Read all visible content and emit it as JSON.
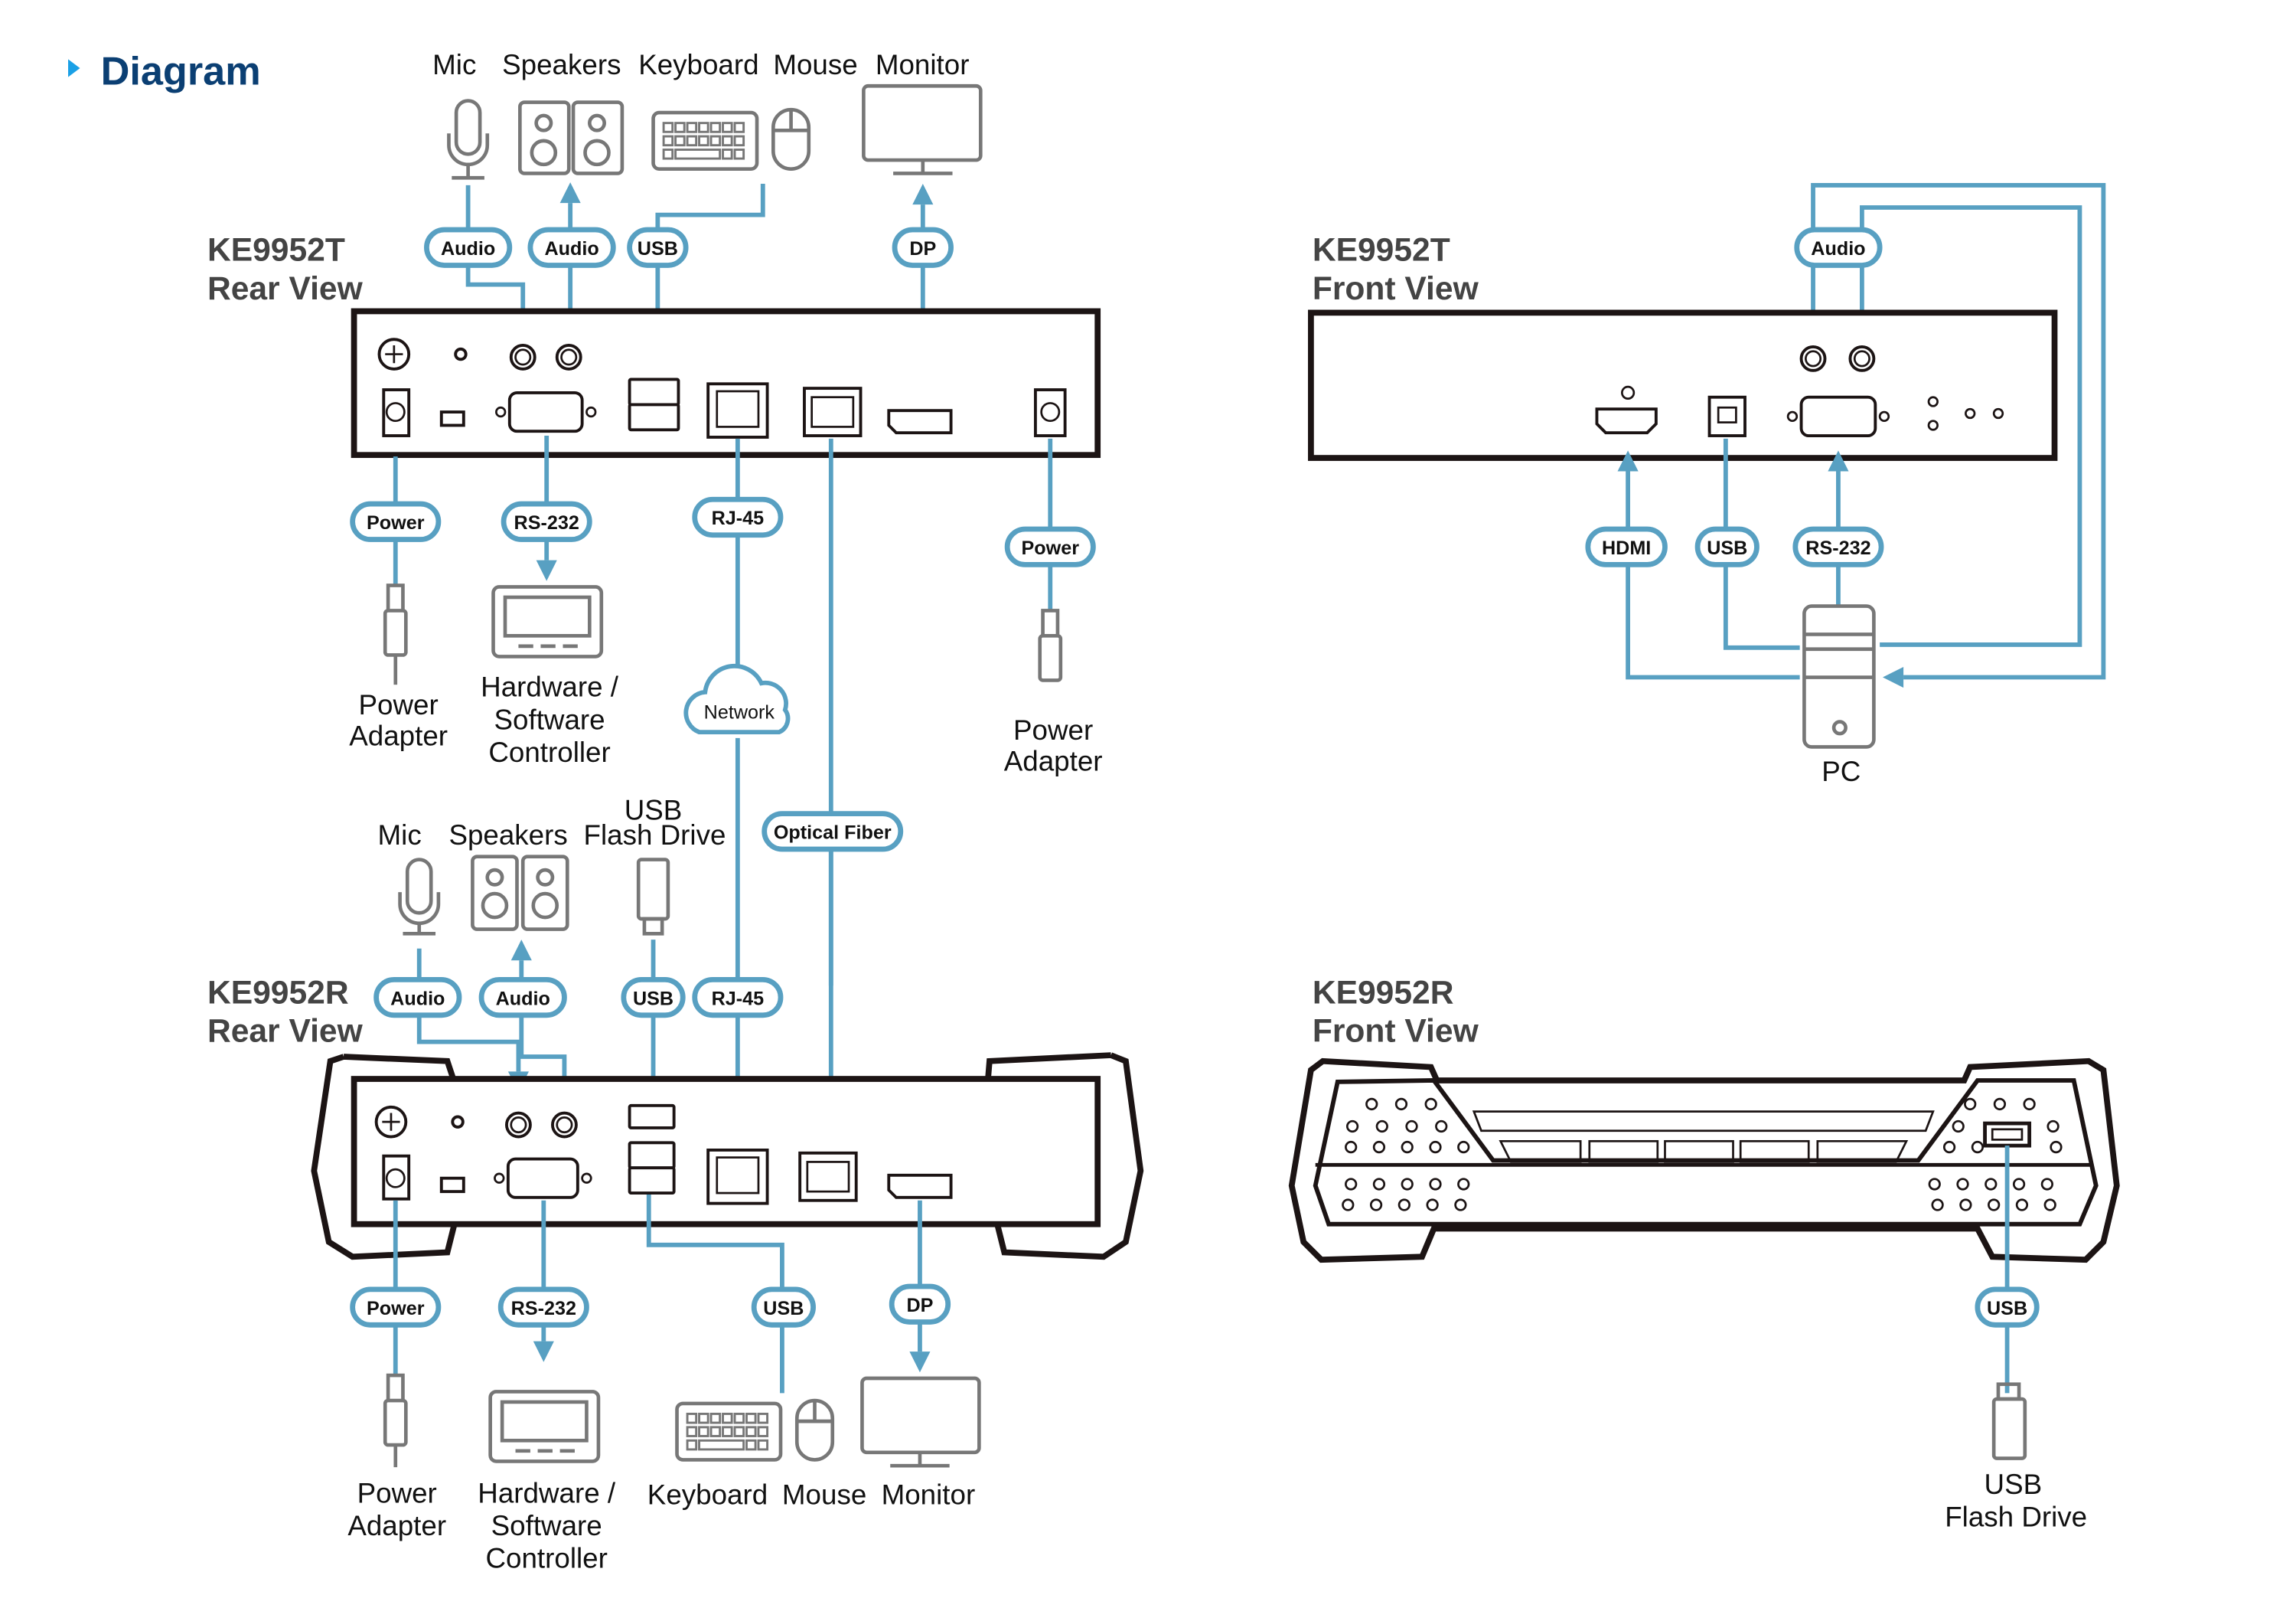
{
  "header": {
    "title": "Diagram",
    "bullet_color": "#1aa0e6",
    "title_color": "#0b3f73"
  },
  "colors": {
    "cable": "#58a0c2",
    "device_outline": "#777777",
    "unit_outline": "#1c1414"
  },
  "units": {
    "t_rear": {
      "model": "KE9952T",
      "view": "Rear View"
    },
    "t_front": {
      "model": "KE9952T",
      "view": "Front View"
    },
    "r_rear": {
      "model": "KE9952R",
      "view": "Rear View"
    },
    "r_front": {
      "model": "KE9952R",
      "view": "Front View"
    }
  },
  "t_rear": {
    "devices_top": [
      "Mic",
      "Speakers",
      "Keyboard",
      "Mouse",
      "Monitor"
    ],
    "pills_top": [
      "Audio",
      "Audio",
      "USB",
      "DP"
    ],
    "pills_bottom": [
      "Power",
      "RS-232",
      "RJ-45",
      "Power"
    ],
    "power_adapter_left": [
      "Power",
      "Adapter"
    ],
    "controller": [
      "Hardware /",
      "Software",
      "Controller"
    ],
    "power_adapter_right": [
      "Power",
      "Adapter"
    ]
  },
  "network": {
    "cloud_label": "Network",
    "fiber_label": "Optical Fiber"
  },
  "t_front": {
    "pill_audio": "Audio",
    "pills_bottom": [
      "HDMI",
      "USB",
      "RS-232"
    ],
    "pc_label": "PC"
  },
  "r_rear": {
    "devices_top": [
      "Mic",
      "Speakers",
      "USB",
      "Flash Drive"
    ],
    "pills_top": [
      "Audio",
      "Audio",
      "USB",
      "RJ-45"
    ],
    "pills_bottom": [
      "Power",
      "RS-232",
      "USB",
      "DP"
    ],
    "power_adapter": [
      "Power",
      "Adapter"
    ],
    "controller": [
      "Hardware /",
      "Software",
      "Controller"
    ],
    "devices_bottom": [
      "Keyboard",
      "Mouse",
      "Monitor"
    ]
  },
  "r_front": {
    "pill_usb": "USB",
    "flash_drive": [
      "USB",
      "Flash Drive"
    ]
  }
}
